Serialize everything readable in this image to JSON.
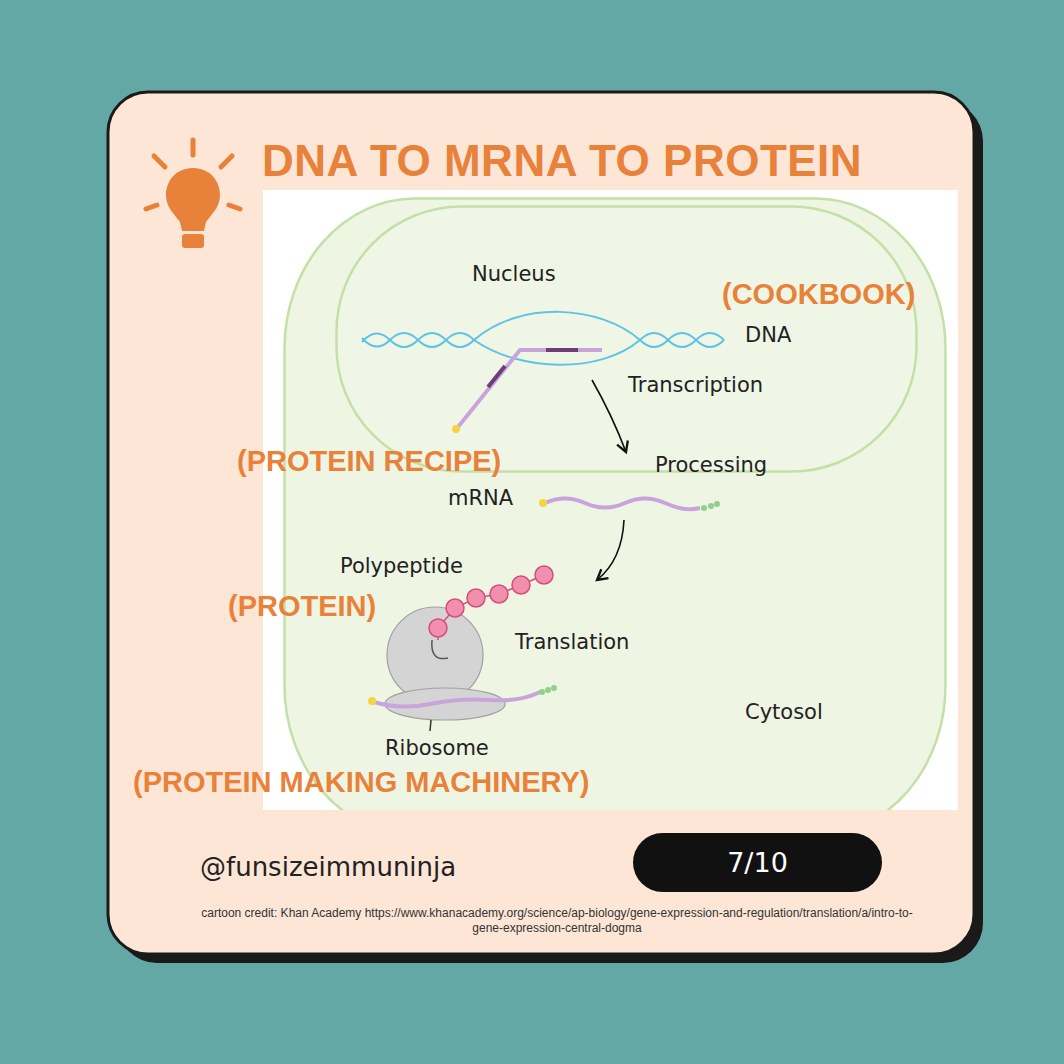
{
  "diagram": {
    "title": "DNA TO MRNA TO PROTEIN",
    "nodes": [
      {
        "text": [
          "Cytosol"
        ]
      },
      {
        "text": [
          "Nucleus"
        ],
        "in": 0
      },
      {
        "text": [
          "7/10"
        ]
      }
    ],
    "labels": [
      "(COOKBOOK)",
      "DNA",
      "Transcription",
      "(PROTEIN RECIPE)",
      "Processing",
      "mRNA",
      "Polypeptide",
      "(PROTEIN)",
      "Translation",
      "Ribosome",
      "(PROTEIN MAKING MACHINERY)",
      "@funsizeimmuninja",
      "cartoon credit: Khan Academy https://www.khanacademy.org/science/ap-biology/gene-expression-and-regulation/translation/a/intro-to-gene-expression-central-dogma"
    ]
  }
}
